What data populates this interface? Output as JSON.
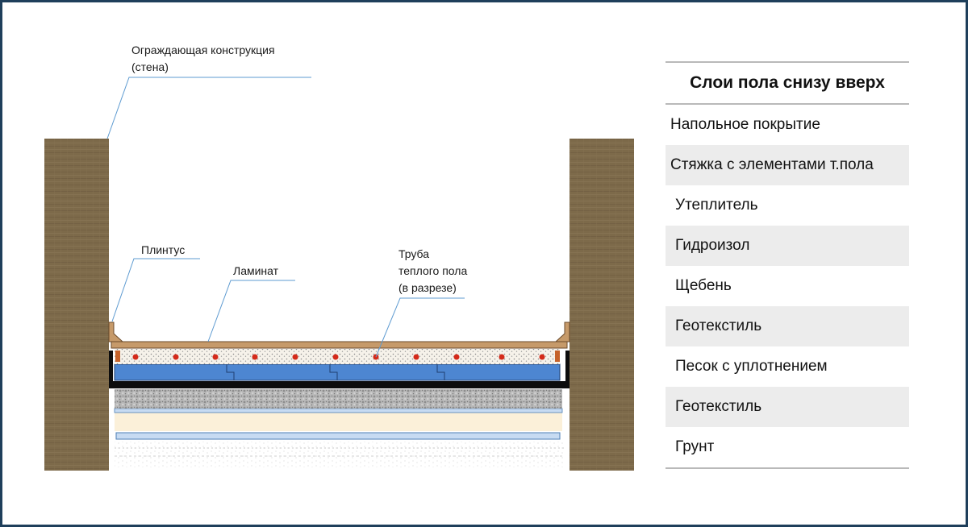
{
  "callouts": {
    "wall": [
      "Ограждающая конструкция",
      "(стена)"
    ],
    "baseboard": "Плинтус",
    "laminate": "Ламинат",
    "pipe": [
      "Труба",
      "теплого пола",
      "(в разрезе)"
    ]
  },
  "legend": {
    "title": "Слои пола снизу вверх",
    "items": [
      {
        "label": "Напольное покрытие",
        "shaded": false
      },
      {
        "label": "Стяжка с элементами т.пола",
        "shaded": true
      },
      {
        "label": "Утеплитель",
        "shaded": false
      },
      {
        "label": "Гидроизол",
        "shaded": true
      },
      {
        "label": "Щебень",
        "shaded": false
      },
      {
        "label": "Геотекстиль",
        "shaded": true
      },
      {
        "label": "Песок с уплотнением",
        "shaded": false
      },
      {
        "label": "Геотекстиль",
        "shaded": true
      },
      {
        "label": "Грунт",
        "shaded": false
      }
    ]
  },
  "colors": {
    "wall": "#7d6a4a",
    "laminate": "#c69a6a",
    "screed": "#f6f2ea",
    "pipe": "#d42a1a",
    "insulation": "#4d86d1",
    "waterproofing": "#0d0d0d",
    "gravel": "#b9b9b9",
    "sand": "#fbf0d9",
    "geotextile": "#c7dbf2",
    "leader_line": "#5e9bd1",
    "frame": "#1f3f5b"
  }
}
